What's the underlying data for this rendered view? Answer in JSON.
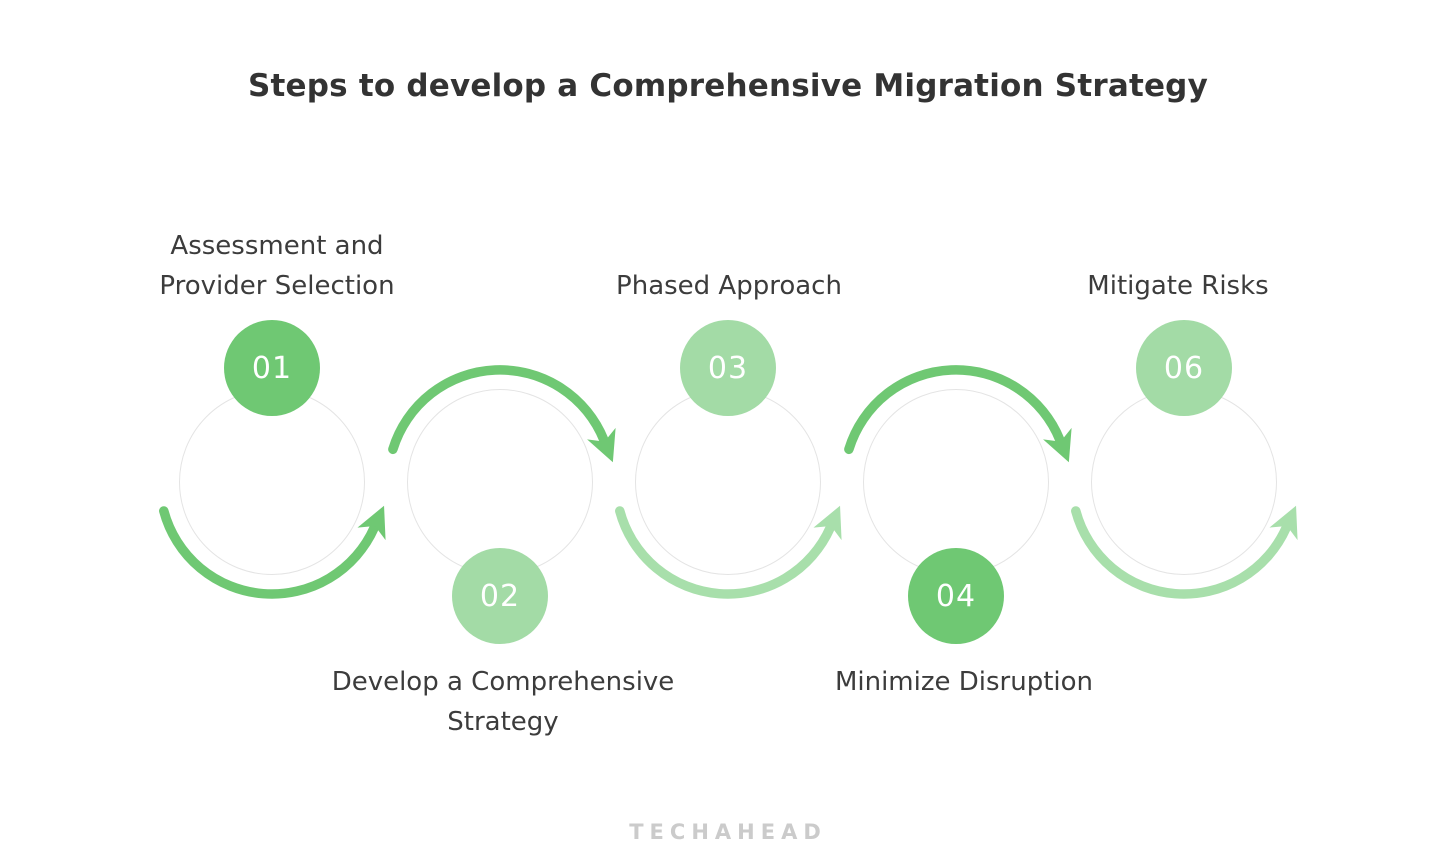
{
  "title": "Steps to develop a Comprehensive Migration Strategy",
  "steps": [
    {
      "number": "01",
      "label": "Assessment and Provider Selection",
      "badge_style": "dark",
      "label_position": "top"
    },
    {
      "number": "02",
      "label": "Develop a Comprehensive Strategy",
      "badge_style": "light",
      "label_position": "bottom"
    },
    {
      "number": "03",
      "label": "Phased Approach",
      "badge_style": "light",
      "label_position": "top"
    },
    {
      "number": "04",
      "label": "Minimize Disruption",
      "badge_style": "dark",
      "label_position": "bottom"
    },
    {
      "number": "06",
      "label": "Mitigate Risks",
      "badge_style": "light",
      "label_position": "top"
    }
  ],
  "flow_arrows": [
    {
      "from": "01",
      "to": "02",
      "position": "below-step-1",
      "color_name": "medium-green",
      "direction": "curves-under-then-up-right"
    },
    {
      "from": "02",
      "to": "03",
      "position": "above-step-2",
      "color_name": "medium-green",
      "direction": "curves-over-then-down-right"
    },
    {
      "from": "03",
      "to": "04",
      "position": "below-step-3",
      "color_name": "light-green",
      "direction": "curves-under-then-up-right"
    },
    {
      "from": "04",
      "to": "06",
      "position": "above-step-4",
      "color_name": "medium-green",
      "direction": "curves-over-then-down-right"
    },
    {
      "from": "06",
      "to": "end",
      "position": "below-step-6",
      "color_name": "light-green",
      "direction": "curves-under-then-up-right"
    }
  ],
  "colors": {
    "green_medium": "#6FC873",
    "green_badge_light": "#A3DBA6",
    "green_arc_light": "#A8DFAB",
    "ring_gray": "#E4E4E4",
    "title_text": "#333333",
    "label_text": "#3C3C3C",
    "badge_text": "#FFFFFF",
    "watermark_gray": "#CBCBCB",
    "background": "#FFFFFF"
  },
  "watermark": "TECHAHEAD"
}
